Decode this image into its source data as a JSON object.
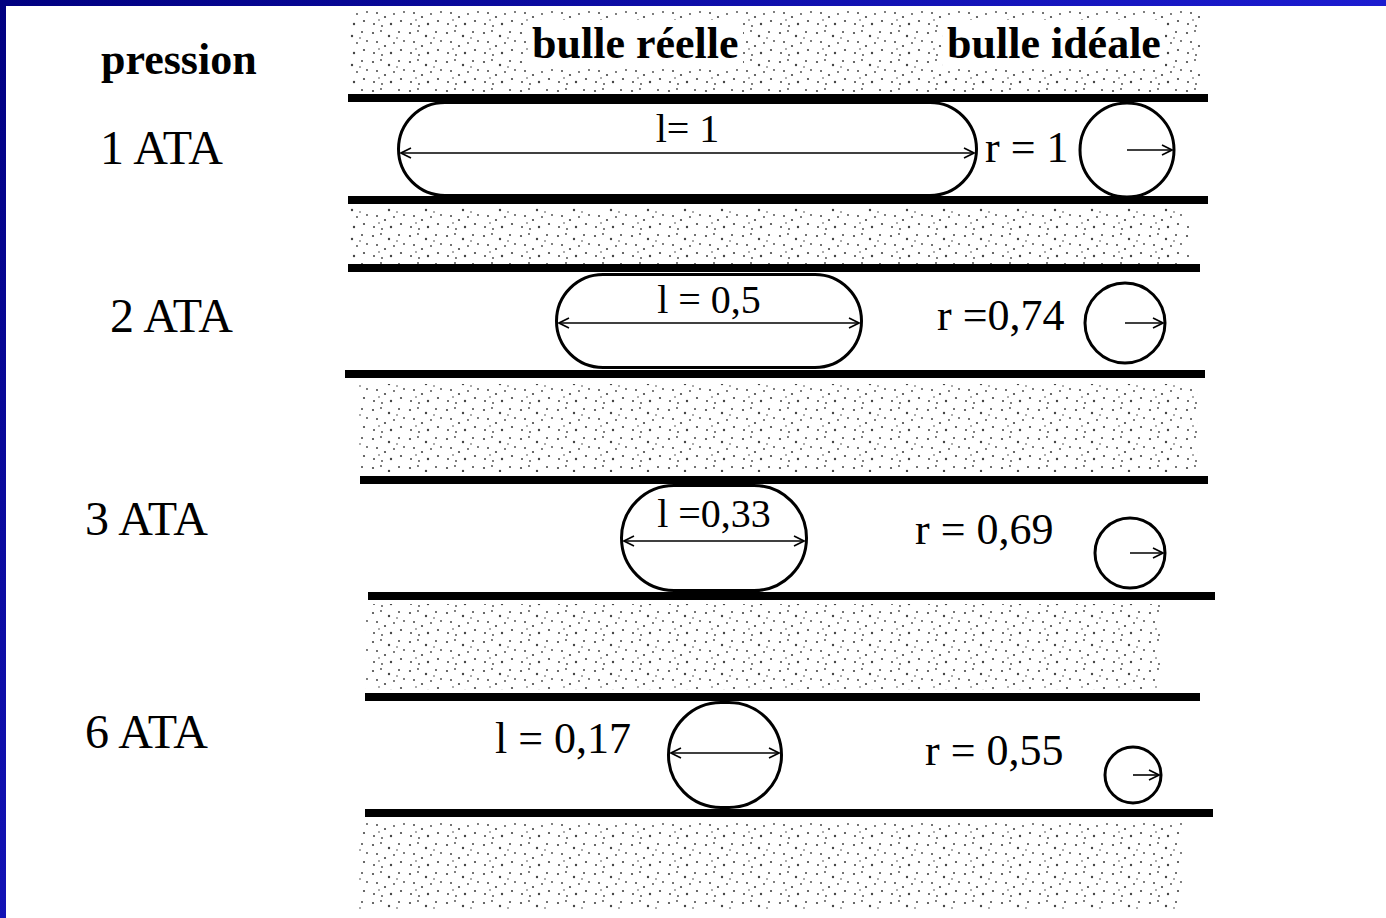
{
  "diagram": {
    "nodes": [
      {
        "text": [
          "l= 1"
        ]
      },
      {
        "text": [
          "l = 0,5"
        ]
      },
      {
        "text": [
          "l =0,33"
        ]
      },
      {
        "text": [
          "l = 0,17"
        ]
      }
    ],
    "labels": [
      "pression",
      "bulle réelle",
      "bulle idéale",
      "1 ATA",
      "r = 1",
      "2 ATA",
      "r =0,74",
      "3 ATA",
      "r = 0,69",
      "6 ATA",
      "r = 0,55"
    ]
  }
}
